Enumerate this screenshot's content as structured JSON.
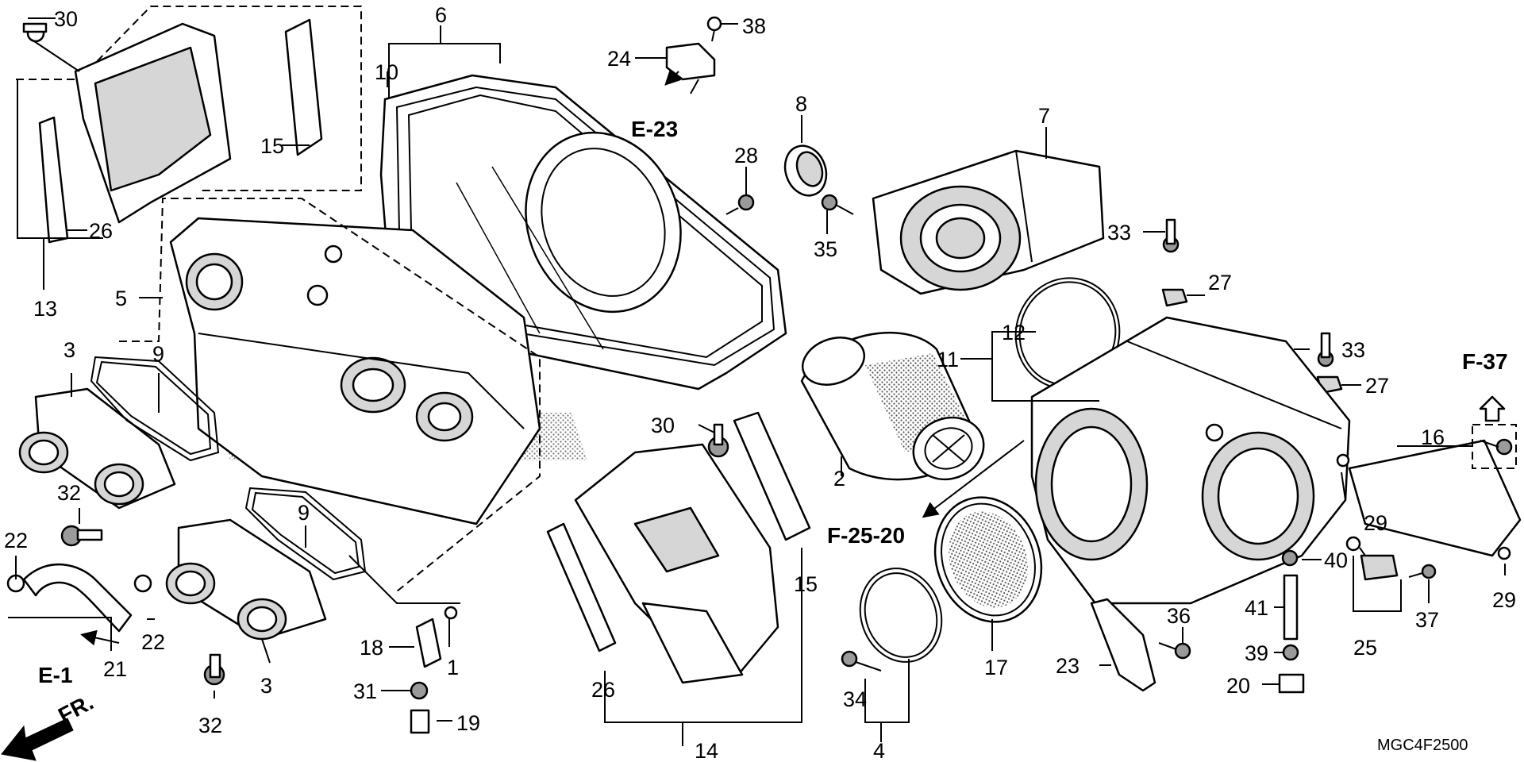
{
  "diagram_code": "MGC4F2500",
  "direction_label": "FR.",
  "refs": {
    "e1": "E-1",
    "e23": "E-23",
    "f2520": "F-25-20",
    "f37": "F-37"
  },
  "callouts": {
    "c30a": "30",
    "c13": "13",
    "c26a": "26",
    "c15a": "15",
    "c6": "6",
    "c10": "10",
    "c5": "5",
    "c3a": "3",
    "c9a": "9",
    "c32a": "32",
    "c22a": "22",
    "c21": "21",
    "c22b": "22",
    "c9b": "9",
    "c3b": "3",
    "c32b": "32",
    "c18": "18",
    "c1": "1",
    "c31": "31",
    "c19": "19",
    "c24": "24",
    "c38": "38",
    "c28": "28",
    "c8": "8",
    "c35": "35",
    "c7": "7",
    "c33a": "33",
    "c27a": "27",
    "c12": "12",
    "c11": "11",
    "c2": "2",
    "c30b": "30",
    "c26b": "26",
    "c14": "14",
    "c15b": "15",
    "c34": "34",
    "c4": "4",
    "c17": "17",
    "c33b": "33",
    "c27b": "27",
    "c16": "16",
    "c29a": "29",
    "c29b": "29",
    "c40": "40",
    "c41": "41",
    "c39": "39",
    "c20": "20",
    "c36": "36",
    "c23": "23",
    "c25": "25",
    "c37": "37"
  }
}
